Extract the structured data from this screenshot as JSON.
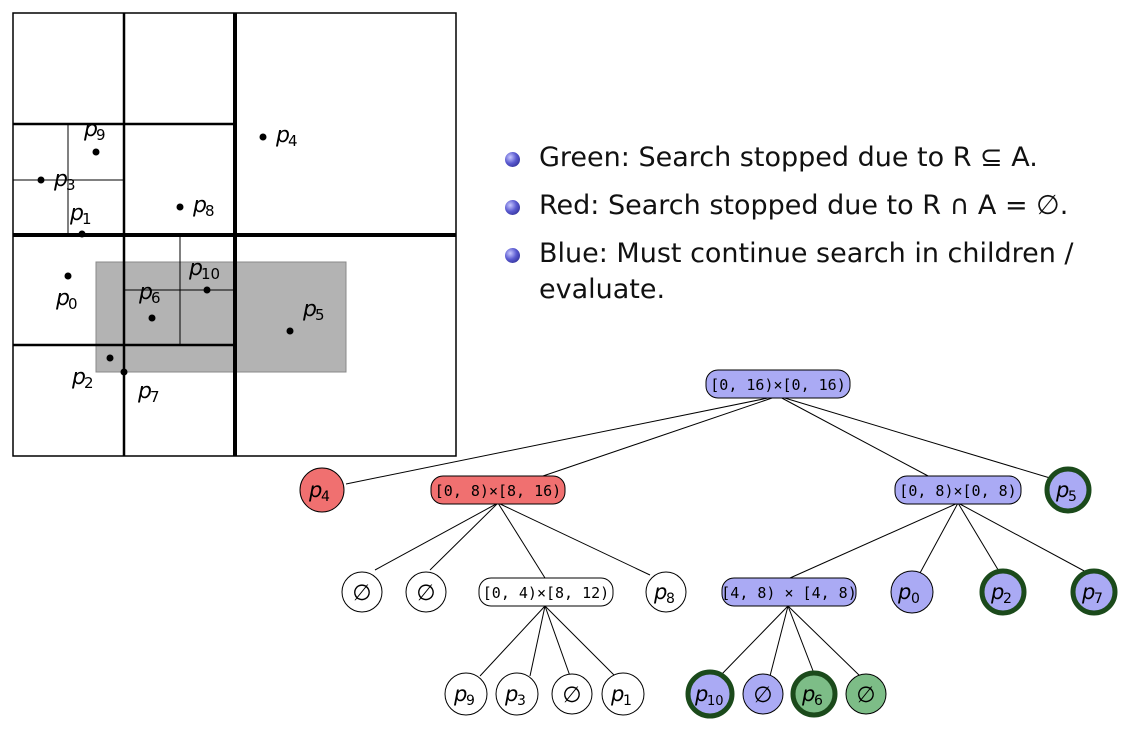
{
  "bullets": [
    {
      "text": "Green: Search stopped due to R ⊆ A."
    },
    {
      "text": "Red: Search stopped due to R ∩ A = ∅."
    },
    {
      "text": "Blue: Must continue search in children / evaluate."
    }
  ],
  "points": [
    {
      "name": "p",
      "sub": "0"
    },
    {
      "name": "p",
      "sub": "1"
    },
    {
      "name": "p",
      "sub": "2"
    },
    {
      "name": "p",
      "sub": "3"
    },
    {
      "name": "p",
      "sub": "4"
    },
    {
      "name": "p",
      "sub": "5"
    },
    {
      "name": "p",
      "sub": "6"
    },
    {
      "name": "p",
      "sub": "7"
    },
    {
      "name": "p",
      "sub": "8"
    },
    {
      "name": "p",
      "sub": "9"
    },
    {
      "name": "p",
      "sub": "10"
    }
  ],
  "tree": {
    "root": "[0, 16)×[0, 16)",
    "n_red": "[0, 8)×[8, 16)",
    "n_blue": "[0, 8)×[0, 8)",
    "n_white": "[0, 4)×[8, 12)",
    "n_blue2": "[4, 8) × [4, 8)",
    "empty": "∅"
  },
  "colors": {
    "blue": "#aaaaf4",
    "red": "#f07070",
    "green": "#7dbd87",
    "green_border": "#1b4a1b",
    "query_box": "#b3b3b3"
  }
}
